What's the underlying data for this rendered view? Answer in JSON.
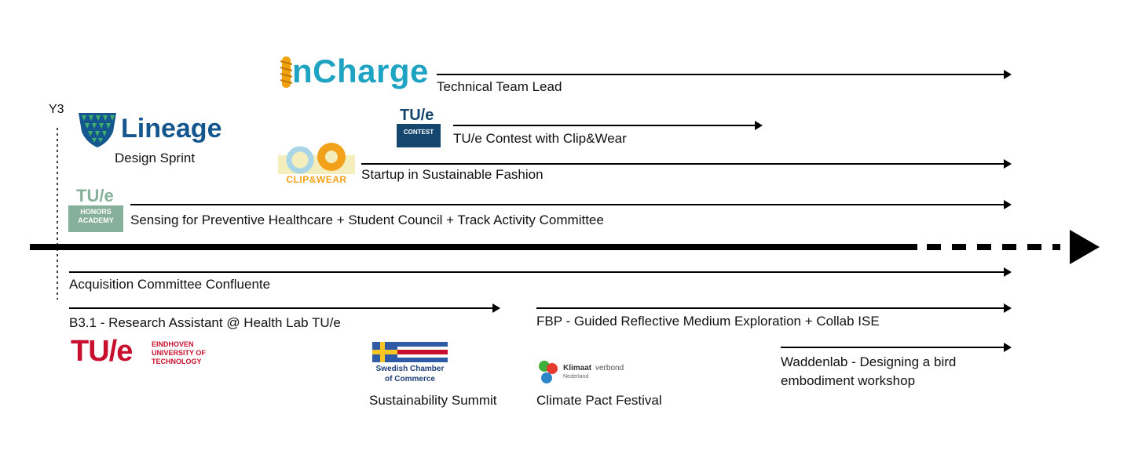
{
  "timeline": {
    "year_marker": "Y3"
  },
  "logos": {
    "incharge": "nCharge",
    "lineage": "Lineage",
    "tue_contest_top": "TU/e",
    "tue_contest_bottom": "CONTEST",
    "clipwear": "CLIP&WEAR",
    "tue_honors_top": "TU/e",
    "tue_honors_line1": "HONORS",
    "tue_honors_line2": "ACADEMY",
    "tue_main": "TU/e",
    "tue_name_line1": "EINDHOVEN",
    "tue_name_line2": "UNIVERSITY OF",
    "tue_name_line3": "TECHNOLOGY",
    "swedish_line1": "Swedish Chamber",
    "swedish_line2": "of Commerce",
    "klimaat_bold": "Klimaat",
    "klimaat_light": "verbond",
    "klimaat_sub": "Nederland"
  },
  "items": {
    "technical_team_lead": "Technical Team Lead",
    "design_sprint": "Design Sprint",
    "tue_contest": "TU/e Contest with Clip&Wear",
    "startup": "Startup in Sustainable Fashion",
    "sensing": "Sensing for Preventive Healthcare + Student Council + Track Activity Committee",
    "acquisition": "Acquisition Committee Confluente",
    "research_assistant": "B3.1 - Research Assistant @ Health Lab TU/e",
    "fbp": "FBP - Guided Reflective Medium Exploration + Collab ISE",
    "waddenlab_line1": "Waddenlab - Designing a bird",
    "waddenlab_line2": "embodiment workshop",
    "sustainability_summit": "Sustainability Summit",
    "climate_pact": "Climate Pact Festival"
  },
  "colors": {
    "incharge_teal": "#1fa3c3",
    "incharge_orange": "#f2a20c",
    "lineage_blue": "#14578f",
    "lineage_green": "#3fae6c",
    "tue_contest_blue": "#14466e",
    "clipwear_orange": "#f2a21a",
    "clipwear_cream": "#f4eebd",
    "clipwear_blue": "#a9d6e6",
    "honors_green": "#86b09a",
    "tue_red": "#c8102e",
    "sweden_blue": "#2f5aa6",
    "sweden_yellow": "#f7c623",
    "timeline_black": "#000000"
  }
}
